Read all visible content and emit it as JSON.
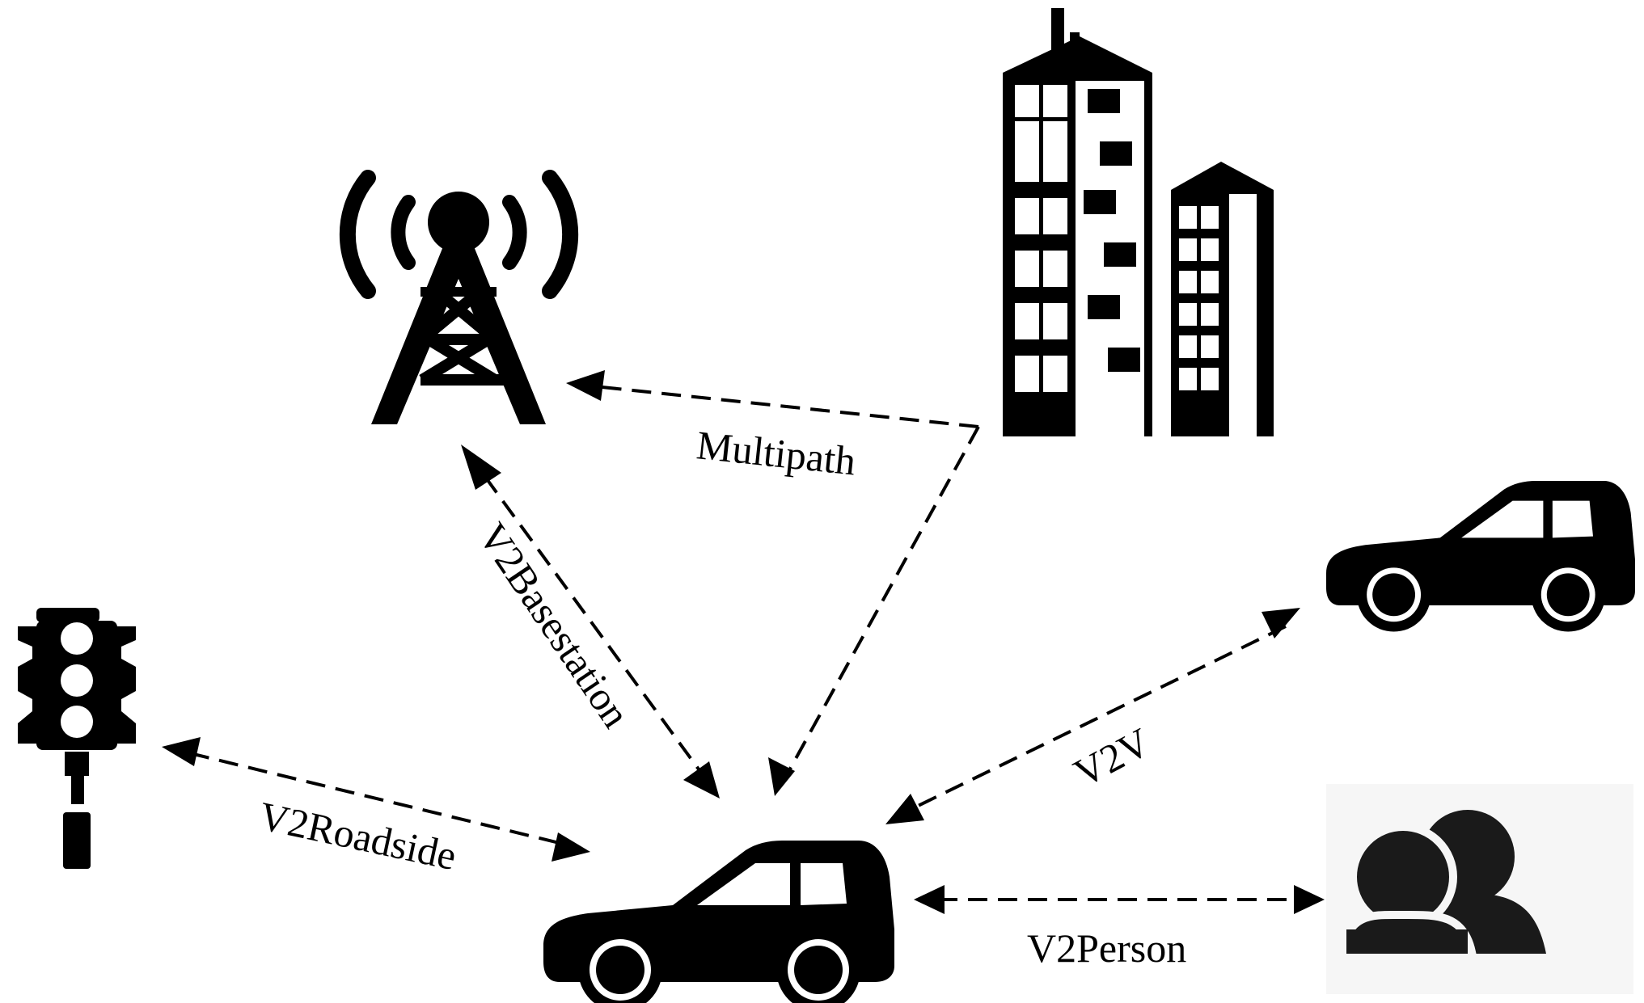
{
  "labels": {
    "multipath": "Multipath",
    "v2basestation": "V2Basestation",
    "v2roadside": "V2Roadside",
    "v2v": "V2V",
    "v2person": "V2Person"
  },
  "nodes": [
    {
      "id": "base-station",
      "icon": "cell-tower-icon"
    },
    {
      "id": "buildings",
      "icon": "office-buildings-icon"
    },
    {
      "id": "traffic-light",
      "icon": "traffic-light-icon"
    },
    {
      "id": "ego-vehicle",
      "icon": "car-icon"
    },
    {
      "id": "other-vehicle",
      "icon": "car-icon"
    },
    {
      "id": "people",
      "icon": "people-group-icon"
    }
  ],
  "links": [
    {
      "from": "buildings",
      "to": "base-station",
      "label": "Multipath",
      "bidirectional": false
    },
    {
      "from": "buildings",
      "to": "ego-vehicle",
      "label": "Multipath",
      "bidirectional": false
    },
    {
      "from": "base-station",
      "to": "ego-vehicle",
      "label": "V2Basestation",
      "bidirectional": true
    },
    {
      "from": "traffic-light",
      "to": "ego-vehicle",
      "label": "V2Roadside",
      "bidirectional": true
    },
    {
      "from": "other-vehicle",
      "to": "ego-vehicle",
      "label": "V2V",
      "bidirectional": true
    },
    {
      "from": "people",
      "to": "ego-vehicle",
      "label": "V2Person",
      "bidirectional": true
    }
  ],
  "colors": {
    "ink": "#000000",
    "people": "#1a1a1a",
    "background": "#ffffff"
  }
}
